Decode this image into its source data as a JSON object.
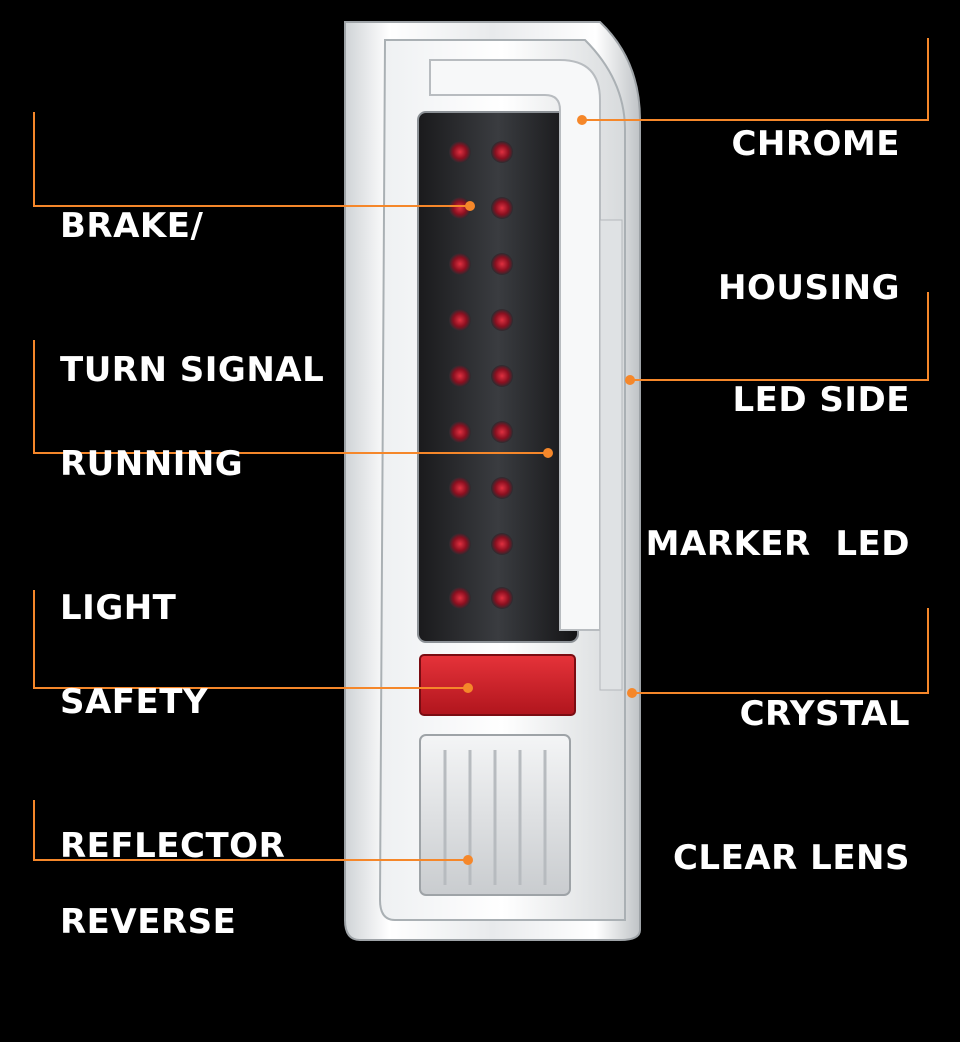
{
  "colors": {
    "background": "#000000",
    "callout_line": "#f5872a",
    "label_text": "#ffffff",
    "reflector_red": "#d8242b",
    "led_red": "#b3142a",
    "chrome": "#e6e8ea"
  },
  "product": {
    "image_description": "LED tail light assembly (chrome housing, clear lens)"
  },
  "callouts": {
    "chrome_housing": {
      "line1": "CHROME",
      "line2": "HOUSING"
    },
    "brake_turn_signal": {
      "line1": "BRAKE/",
      "line2": "TURN SIGNAL"
    },
    "running_light": {
      "line1": "RUNNING",
      "line2": "LIGHT"
    },
    "led_side_marker": {
      "line1": "LED SIDE",
      "line2": "MARKER  LED"
    },
    "safety_reflector": {
      "line1": "SAFETY",
      "line2": "REFLECTOR"
    },
    "crystal_clear_lens": {
      "line1": "CRYSTAL",
      "line2": "CLEAR LENS"
    },
    "reverse": {
      "line1": "REVERSE"
    }
  }
}
